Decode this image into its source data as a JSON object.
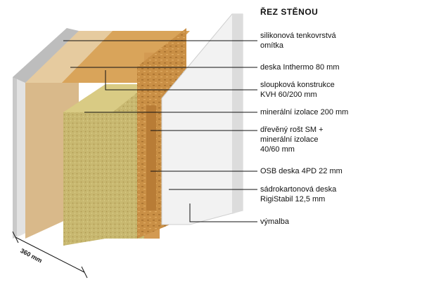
{
  "title": "ŘEZ STĚNOU",
  "layers": [
    "silikonová tenkovrstvá omítka",
    "deska Inthermo 80 mm",
    "sloupková konstrukce KVH 60/200 mm",
    "minerální izolace 200 mm",
    "dřevěný rošt SM + minerální izolace 40/60 mm",
    "OSB deska 4PD 22 mm",
    "sádrokartonová deska RigiStabil 12,5 mm",
    "výmalba"
  ],
  "layer_lines": [
    [
      "silikonová tenkovrstvá",
      "omítka"
    ],
    [
      "deska Inthermo 80 mm"
    ],
    [
      "sloupková konstrukce",
      "KVH 60/200 mm"
    ],
    [
      "minerální izolace 200 mm"
    ],
    [
      "dřevěný rošt SM +",
      "minerální izolace",
      "40/60 mm"
    ],
    [
      "OSB deska 4PD 22 mm"
    ],
    [
      "sádrokartonová deska",
      "RigiStabil 12,5 mm"
    ],
    [
      "výmalba"
    ]
  ],
  "dimension": "360 mm",
  "colors": {
    "render": "#d9d9d9",
    "inthermo": "#d8b98a",
    "mineral_wool": "#c8b870",
    "timber": "#d9a45a",
    "osb": "#c98f45",
    "plasterboard": "#efefef",
    "leader": "#111111"
  }
}
